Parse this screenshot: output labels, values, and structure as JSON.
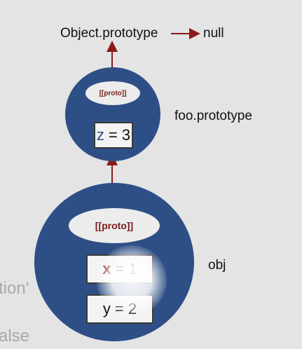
{
  "top": {
    "object_prototype": "Object.prototype",
    "null_label": "null"
  },
  "foo_prototype": {
    "label": "foo.prototype",
    "proto_label": "[[proto]]",
    "prop_key": "z",
    "prop_rest": "= 3"
  },
  "obj": {
    "label": "obj",
    "proto_label": "[[proto]]",
    "props": [
      {
        "key": "x",
        "rest": "= 1"
      },
      {
        "key": "y",
        "rest": "= 2"
      }
    ]
  },
  "left_cutoff": {
    "line1": "tion'",
    "line2": "alse"
  },
  "colors": {
    "circle": "#2e4f86",
    "arrow": "#8b1a1a",
    "background": "#e4e4e4"
  }
}
